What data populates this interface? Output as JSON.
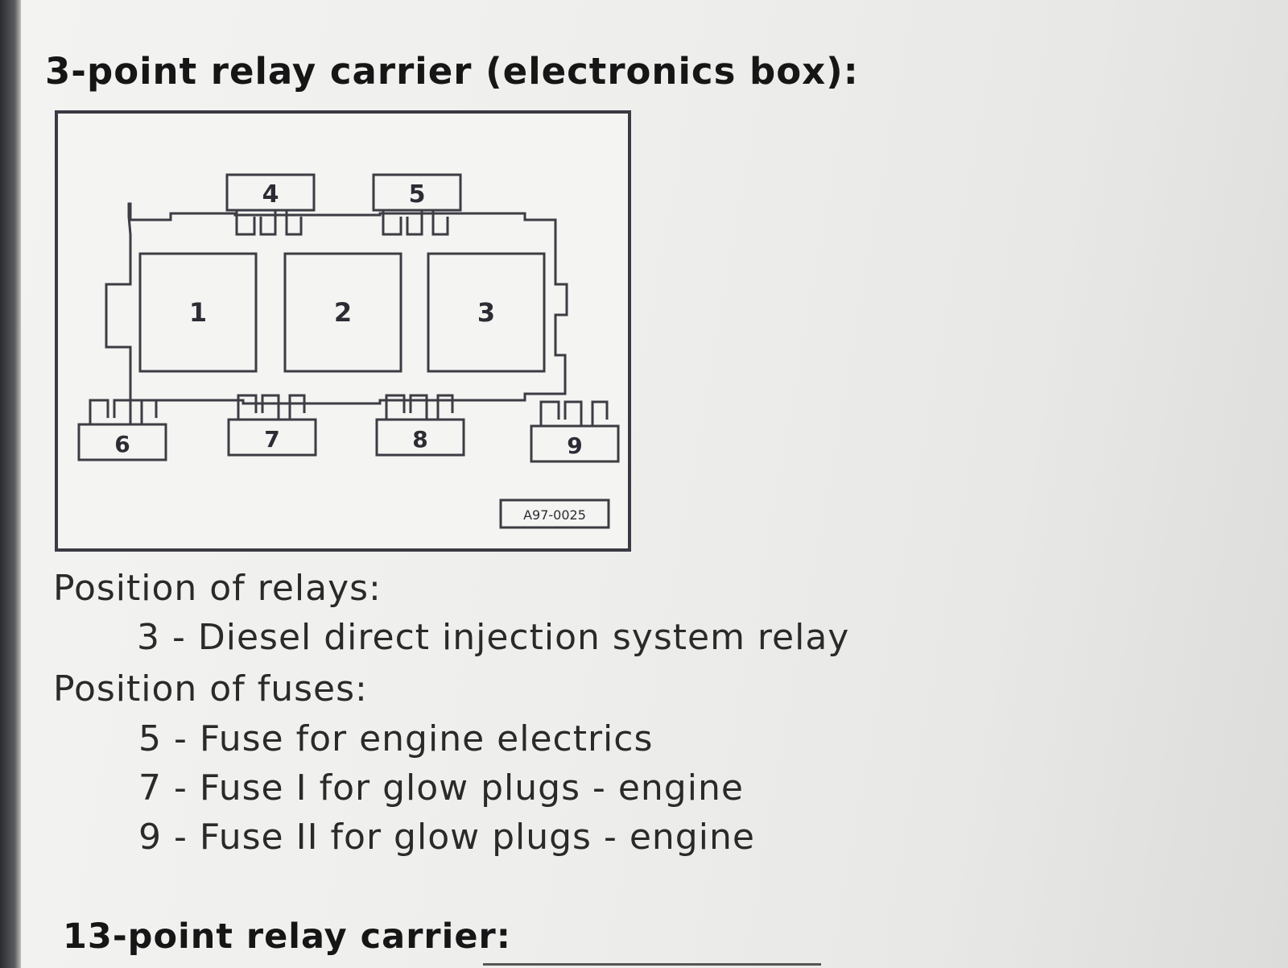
{
  "document": {
    "heading_1": "3-point relay carrier (electronics box):",
    "heading_2": "13-point relay carrier:",
    "diagram": {
      "reference_code": "A97-0025",
      "relay_slots": [
        "1",
        "2",
        "3"
      ],
      "fuses_top": [
        "4",
        "5"
      ],
      "fuses_bottom": [
        "6",
        "7",
        "8",
        "9"
      ]
    },
    "relays": {
      "label": "Position of relays:",
      "items": [
        "3 - Diesel direct injection system relay"
      ]
    },
    "fuses": {
      "label": "Position of fuses:",
      "items": [
        "5 - Fuse for engine electrics",
        "7 - Fuse I for glow plugs - engine",
        "9 - Fuse II for glow plugs - engine"
      ]
    }
  }
}
